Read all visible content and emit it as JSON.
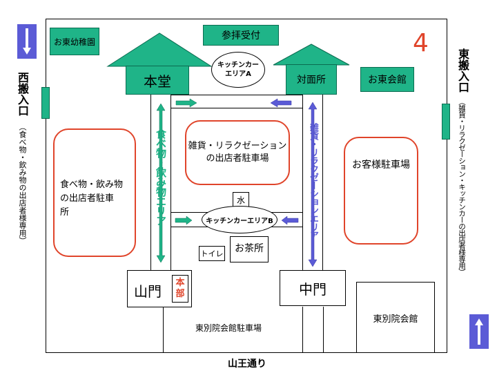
{
  "map_number": "4",
  "labels": {
    "kindergarten": "お東幼稚園",
    "reception": "参拝受付",
    "main_hall": "本堂",
    "kitchen_a": "キッチンカー\nエリアA",
    "taimensho": "対面所",
    "higashi_kaikan": "お東会館",
    "food_area": "食べ物・飲み物エリア",
    "goods_area": "雑貨・リラクゼーションエリア",
    "goods_lot": "雑貨・リラクゼーション\nの出店者駐車場",
    "food_lot": "食べ物・飲み物\nの出店者駐車\n所",
    "guest_lot": "お客様駐車場",
    "water": "水",
    "kitchen_b": "キッチンカーエリアB",
    "toilet": "トイレ",
    "ochajo": "お茶所",
    "sanmon": "山門",
    "honbu": "本\n部",
    "chumon": "中門",
    "betsuin_lot": "東別院会館駐車場",
    "betsuin_kaikan": "東別院会館",
    "road": "山王通り",
    "west_entrance": "西搬入口",
    "west_note": "（食べ物・飲み物の出店者様専用）",
    "east_entrance": "東搬入口",
    "east_note": "（雑貨・リラクゼーション・キッチンカーの出店者様専用）"
  },
  "colors": {
    "building_green": "#1fb488",
    "food_area_text": "#1fb488",
    "goods_area_text": "#5b5bd6",
    "lot_border": "#e0442a",
    "honbu_text": "#e0442a",
    "map_number": "#e0442a",
    "entrance_arrow": "#5b5bd6"
  }
}
